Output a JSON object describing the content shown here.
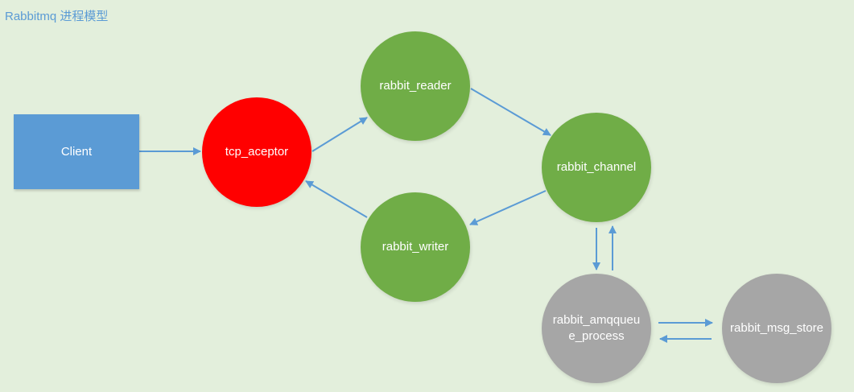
{
  "title": "Rabbitmq 进程模型",
  "colors": {
    "client": "#5b9bd5",
    "acceptor": "#ff0000",
    "process": "#70ad47",
    "queue": "#a6a6a6",
    "arrow": "#5b9bd5",
    "background": "#e3efdc"
  },
  "nodes": {
    "client": "Client",
    "tcp_aceptor": "tcp_aceptor",
    "rabbit_reader": "rabbit_reader",
    "rabbit_channel": "rabbit_channel",
    "rabbit_writer": "rabbit_writer",
    "rabbit_amqqueue_process_line1": "rabbit_amqqueu",
    "rabbit_amqqueue_process_line2": "e_process",
    "rabbit_msg_store": "rabbit_msg_store"
  }
}
